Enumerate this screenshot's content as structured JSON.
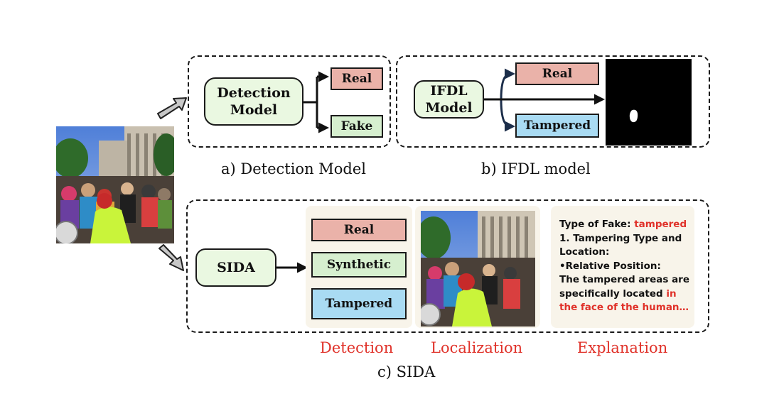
{
  "panels": {
    "detection": {
      "caption": "a) Detection Model",
      "model_label_line1": "Detection",
      "model_label_line2": "Model",
      "outputs": [
        "Real",
        "Fake"
      ]
    },
    "ifdl": {
      "caption": "b) IFDL model",
      "model_label_line1": "IFDL",
      "model_label_line2": "Model",
      "outputs": [
        "Real",
        "Tampered"
      ]
    },
    "sida": {
      "caption": "c) SIDA",
      "model_label": "SIDA",
      "outputs": [
        "Real",
        "Synthetic",
        "Tampered"
      ],
      "section_labels": [
        "Detection",
        "Localization",
        "Explanation"
      ],
      "explanation": {
        "line1_prefix": "Type of Fake: ",
        "line1_value": "tampered",
        "line2": "1. Tampering Type and",
        "line3": "Location:",
        "line4": "•Relative Position:",
        "line5": "The tampered areas are",
        "line6_prefix": "specifically located ",
        "line6_red": "in",
        "line7": "the face of the human…"
      }
    }
  },
  "colors": {
    "real_fill": "#eab2a9",
    "fake_fill": "#d6efcf",
    "tampered_fill": "#a9dbf3",
    "model_fill": "#eaf8e1",
    "highlight_red": "#e0322a",
    "panel_bg": "#f8f4ea"
  },
  "images": {
    "input_photo": "street-crowd-cyclists-photo",
    "mask": "binary-tamper-mask",
    "sida_photo": "street-crowd-cyclists-photo"
  }
}
